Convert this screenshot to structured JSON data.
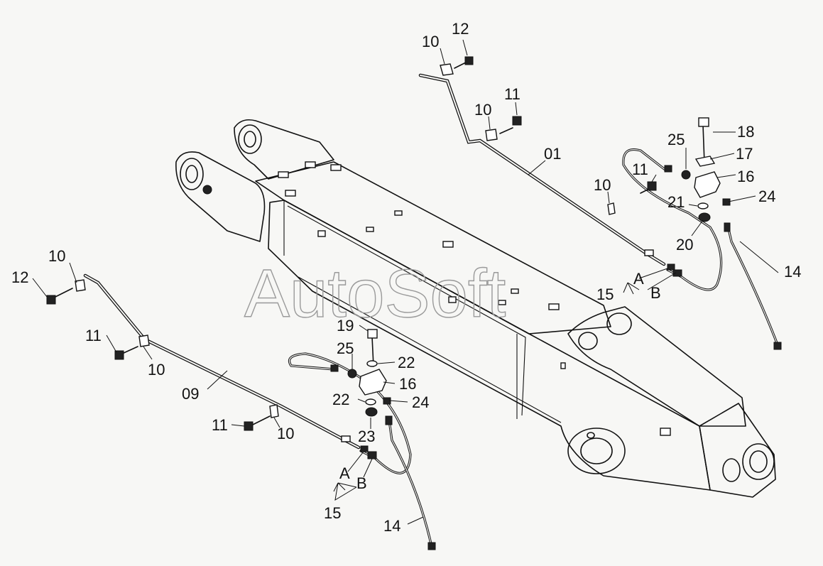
{
  "watermark": "AutoSoft",
  "labels": {
    "p01": "01",
    "p09": "09",
    "p10_a": "10",
    "p10_b": "10",
    "p10_c": "10",
    "p10_d": "10",
    "p10_e": "10",
    "p10_f": "10",
    "p11_a": "11",
    "p11_b": "11",
    "p11_c": "11",
    "p11_d": "11",
    "p12_a": "12",
    "p12_b": "12",
    "p14_a": "14",
    "p14_b": "14",
    "p15_a": "15",
    "p15_b": "15",
    "p16_a": "16",
    "p16_b": "16",
    "p17": "17",
    "p18": "18",
    "p19": "19",
    "p20": "20",
    "p21": "21",
    "p22_a": "22",
    "p22_b": "22",
    "p23": "23",
    "p24_a": "24",
    "p24_b": "24",
    "p25_a": "25",
    "p25_b": "25",
    "port_a_right": "A",
    "port_b_right": "B",
    "port_a_left": "A",
    "port_b_left": "B"
  }
}
